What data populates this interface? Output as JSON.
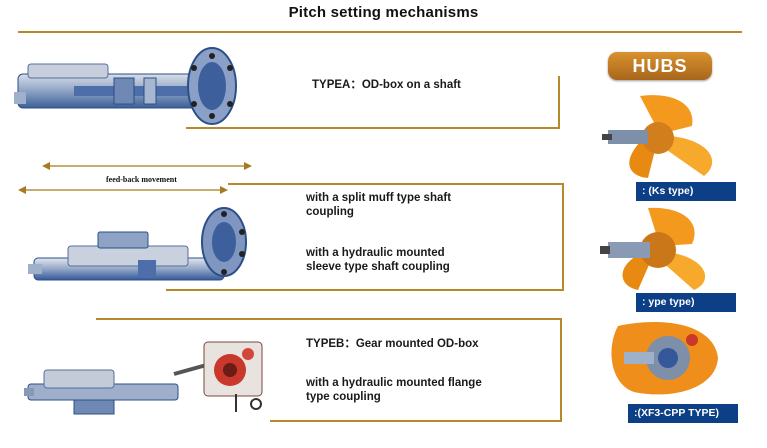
{
  "title": "Pitch setting mechanisms",
  "feedback_label": "feed-back movement",
  "sections": {
    "type_a": {
      "label": "TYPEA：OD-box on a shaft"
    },
    "split": {
      "line1": "with a split muff type shaft",
      "line2": "coupling",
      "line3": "with a hydraulic mounted",
      "line4": "sleeve type shaft coupling"
    },
    "type_b": {
      "label": "TYPEB：Gear mounted OD-box",
      "line1": "with a hydraulic mounted flange",
      "line2": "type coupling"
    }
  },
  "hubs": {
    "badge": "HUBS",
    "items": [
      {
        "label": ": (Ks type)"
      },
      {
        "label": ": ype type)"
      },
      {
        "label": ":(XF3-CPP TYPE)"
      }
    ]
  },
  "colors": {
    "accent": "#b8892b",
    "hub_label_bg": "#0c3f86",
    "badge": "#c07d26",
    "propeller": "#f39a1e",
    "machine_blue": "#3f6fb5"
  }
}
